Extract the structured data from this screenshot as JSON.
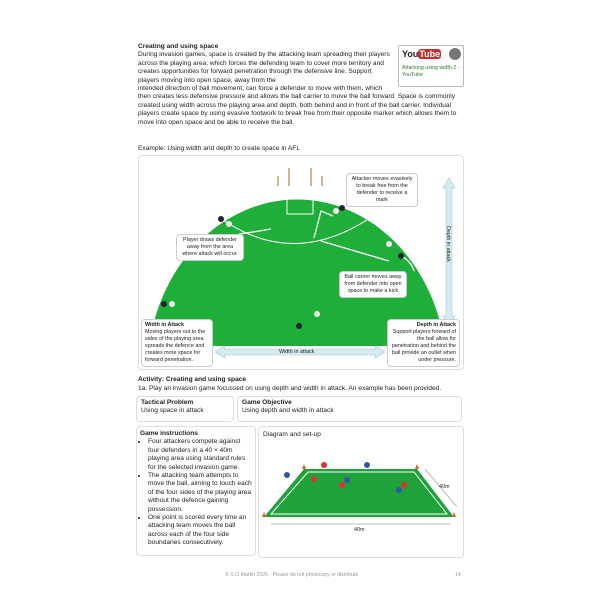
{
  "intro": {
    "title": "Creating and using space",
    "paragraph_top": "During invasion games, space is created by the attacking team spreading their players across the playing area, which forces the defending team to cover more territory and creates opportunities for forward penetration through the defensive line. Support players moving into open space, away from the",
    "paragraph_bottom": "intended direction of ball movement, can force a defender to move with them, which then creates less defensive pressure and allows the ball carrier to move the ball forward. Space is commonly created using width across the playing area and depth, both behind and in front of the ball carrier. Individual players create space by using evasive footwork to break free from their opposite marker which allows them to move into open space and be able to receive the ball."
  },
  "video": {
    "logo_you": "You",
    "logo_tube": "Tube",
    "link": "Attacking using width 2 - YouTube"
  },
  "example": {
    "caption": "Example: Using width and depth to create space in AFL",
    "callout_attacker": "Attacker moves evasively to break free from the defender to receive a mark",
    "callout_player": "Player draws defender away from the area where attack will occur.",
    "callout_ball": "Ball carrier moves away from defender into open space to make a kick",
    "width_title": "Width in Attack",
    "width_text": "Moving players out to the sides of the playing area spreads the defence and creates more space for forward penetration.",
    "depth_title": "Depth in Attack",
    "depth_text": "Support players forward of the ball allow for penetration and behind the ball provide an outlet when under pressure.",
    "width_arrow": "Width in attack",
    "depth_arrow": "Depth in attack"
  },
  "activity": {
    "title": "Activity: Creating and using space",
    "instruction": "1a. Play an invasion game focussed on using depth and width in attack. An example has been provided.",
    "tactical_label": "Tactical Problem",
    "tactical_value": "Using space in attack",
    "objective_label": "Game Objective",
    "objective_value": "Using depth and width in attack",
    "instructions_label": "Game instructions",
    "instructions": [
      "Four attackers compete against four defenders in a 40 × 40m playing area using standard rules for the selected invasion game.",
      "The attacking team attempts to move the ball, aiming to touch each of the four sides of the playing area without the defence gaining possession.",
      "One point is scored every time an attacking team moves the ball across each of the four side boundaries consecutively."
    ],
    "diagram_label": "Diagram and set-up",
    "dim_side": "40m",
    "dim_bottom": "40m"
  },
  "footer": {
    "copyright": "© S O Martin 2026 - Please do not photocopy or distribute",
    "page": "14"
  }
}
